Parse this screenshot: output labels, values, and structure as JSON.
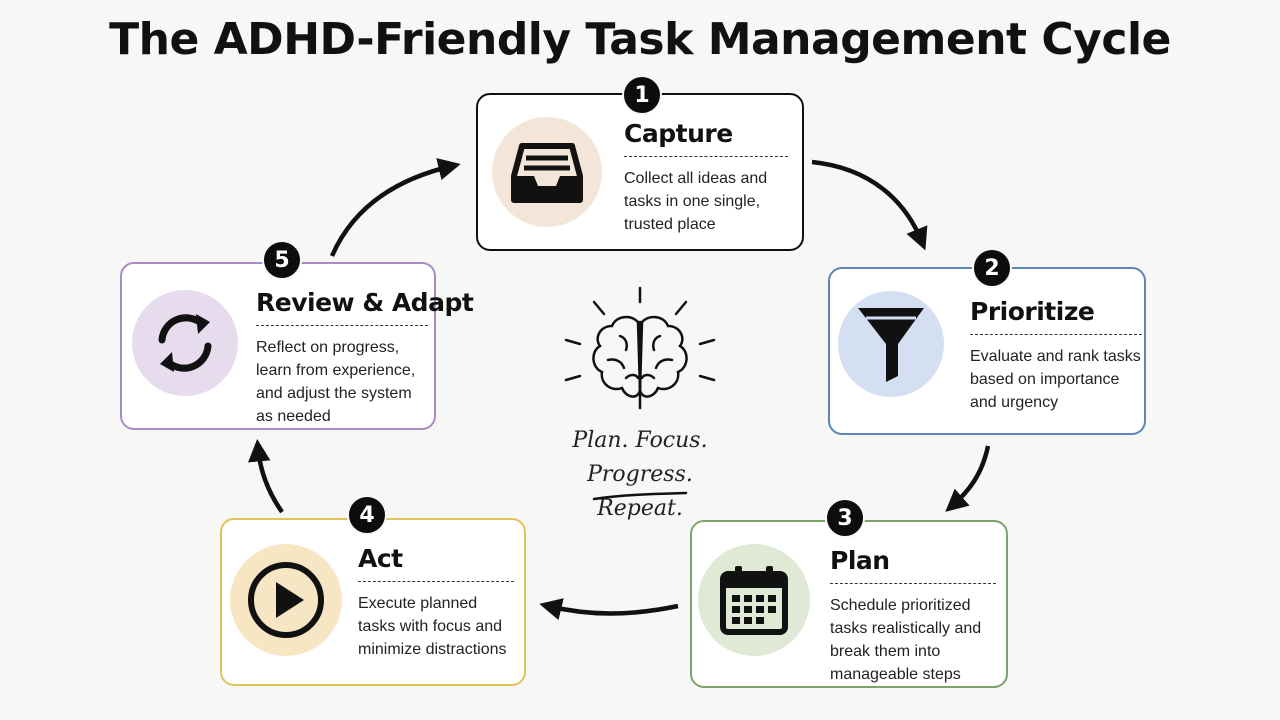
{
  "title": "The ADHD-Friendly Task Management Cycle",
  "tagline": {
    "line1": "Plan. Focus. Progress.",
    "line2": "Repeat."
  },
  "steps": [
    {
      "number": "1",
      "heading": "Capture",
      "description": "Collect all ideas and tasks in one single, trusted place",
      "icon": "inbox-tray-icon",
      "border_color": "#111111",
      "circle_color": "#f3e6d8"
    },
    {
      "number": "2",
      "heading": "Prioritize",
      "description": "Evaluate and rank tasks based on importance and urgency",
      "icon": "funnel-icon",
      "border_color": "#5b86b8",
      "circle_color": "#d4e0f2"
    },
    {
      "number": "3",
      "heading": "Plan",
      "description": "Schedule prioritized tasks realistically and break them into manageable steps",
      "icon": "calendar-icon",
      "border_color": "#7ea36a",
      "circle_color": "#dfe9d6"
    },
    {
      "number": "4",
      "heading": "Act",
      "description": "Execute planned tasks with focus and minimize distractions",
      "icon": "play-icon",
      "border_color": "#e2c25a",
      "circle_color": "#f6e6c3"
    },
    {
      "number": "5",
      "heading": "Review & Adapt",
      "description": "Reflect on progress, learn from experience, and adjust the system as needed",
      "icon": "refresh-cycle-icon",
      "border_color": "#a88bc4",
      "circle_color": "#e6dcee"
    }
  ],
  "center_icon": "brain-icon"
}
